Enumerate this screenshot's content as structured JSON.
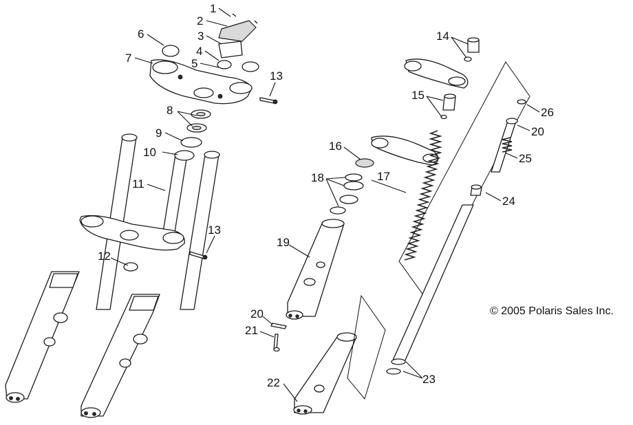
{
  "diagram": {
    "copyright": "© 2005 Polaris Sales Inc.",
    "callouts": [
      {
        "id": "c1",
        "text": "1"
      },
      {
        "id": "c2",
        "text": "2"
      },
      {
        "id": "c3",
        "text": "3"
      },
      {
        "id": "c4",
        "text": "4"
      },
      {
        "id": "c5",
        "text": "5"
      },
      {
        "id": "c6",
        "text": "6"
      },
      {
        "id": "c7",
        "text": "7"
      },
      {
        "id": "c8",
        "text": "8"
      },
      {
        "id": "c9",
        "text": "9"
      },
      {
        "id": "c10",
        "text": "10"
      },
      {
        "id": "c11",
        "text": "11"
      },
      {
        "id": "c12",
        "text": "12"
      },
      {
        "id": "c13a",
        "text": "13"
      },
      {
        "id": "c13b",
        "text": "13"
      },
      {
        "id": "c14",
        "text": "14"
      },
      {
        "id": "c15",
        "text": "15"
      },
      {
        "id": "c16",
        "text": "16"
      },
      {
        "id": "c17",
        "text": "17"
      },
      {
        "id": "c18",
        "text": "18"
      },
      {
        "id": "c19",
        "text": "19"
      },
      {
        "id": "c20a",
        "text": "20"
      },
      {
        "id": "c20b",
        "text": "20"
      },
      {
        "id": "c21",
        "text": "21"
      },
      {
        "id": "c22",
        "text": "22"
      },
      {
        "id": "c23",
        "text": "23"
      },
      {
        "id": "c24",
        "text": "24"
      },
      {
        "id": "c25",
        "text": "25"
      },
      {
        "id": "c26",
        "text": "26"
      }
    ]
  }
}
